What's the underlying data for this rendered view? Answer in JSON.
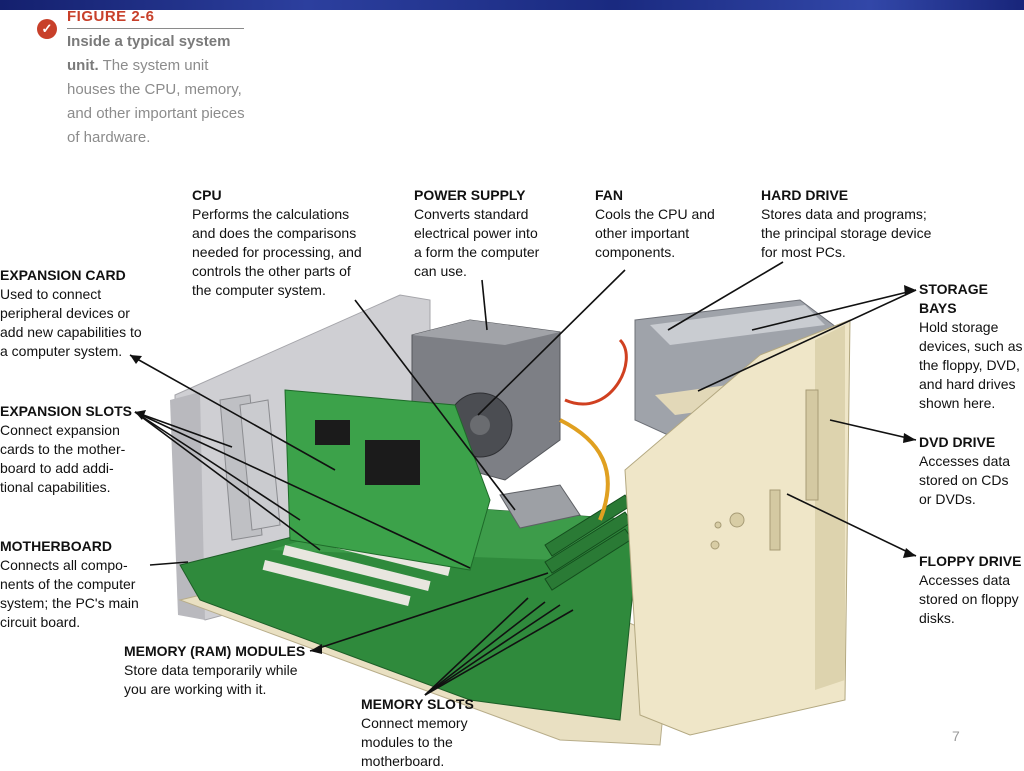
{
  "figure": {
    "number": "FIGURE 2-6",
    "caption_bold": "Inside a typical system unit.",
    "caption_rest": "The system unit houses the CPU, memory, and other important pieces of hardware."
  },
  "labels": {
    "cpu": {
      "title": "CPU",
      "lines": [
        "Performs the calculations",
        "and does the comparisons",
        "needed for processing, and",
        "controls the other parts of",
        "the computer system."
      ]
    },
    "power_supply": {
      "title": "POWER SUPPLY",
      "lines": [
        "Converts standard",
        "electrical power into",
        "a form the computer",
        "can use."
      ]
    },
    "fan": {
      "title": "FAN",
      "lines": [
        "Cools the CPU and",
        "other important",
        "components."
      ]
    },
    "hard_drive": {
      "title": "HARD DRIVE",
      "lines": [
        "Stores data and programs;",
        "the principal storage device",
        "for most PCs."
      ]
    },
    "expansion_card": {
      "title": "EXPANSION CARD",
      "lines": [
        "Used to connect",
        "peripheral devices or",
        "add new capabilities to",
        "a computer system."
      ]
    },
    "storage_bays": {
      "title": "STORAGE BAYS",
      "lines": [
        "Hold storage",
        "devices, such as",
        "the floppy, DVD,",
        "and hard drives",
        "shown here."
      ]
    },
    "expansion_slots": {
      "title": "EXPANSION SLOTS",
      "lines": [
        "Connect expansion",
        "cards to the mother-",
        "board to add addi-",
        "tional capabilities."
      ]
    },
    "dvd_drive": {
      "title": "DVD DRIVE",
      "lines": [
        "Accesses data",
        "stored on CDs",
        "or DVDs."
      ]
    },
    "motherboard": {
      "title": "MOTHERBOARD",
      "lines": [
        "Connects all compo-",
        "nents of the computer",
        "system; the PC's main",
        "circuit board."
      ]
    },
    "floppy_drive": {
      "title": "FLOPPY DRIVE",
      "lines": [
        "Accesses data",
        "stored on floppy",
        "disks."
      ]
    },
    "memory_modules": {
      "title": "MEMORY (RAM) MODULES",
      "lines": [
        "Store data temporarily while",
        "you are working with it."
      ]
    },
    "memory_slots": {
      "title": "MEMORY SLOTS",
      "lines": [
        "Connect memory",
        "modules to the",
        "motherboard."
      ]
    }
  },
  "page_number": "7",
  "colors": {
    "accent": "#c8402a",
    "board": "#2f8a3c",
    "case": "#e8dcb6",
    "header_bar": "#1a2a80"
  }
}
